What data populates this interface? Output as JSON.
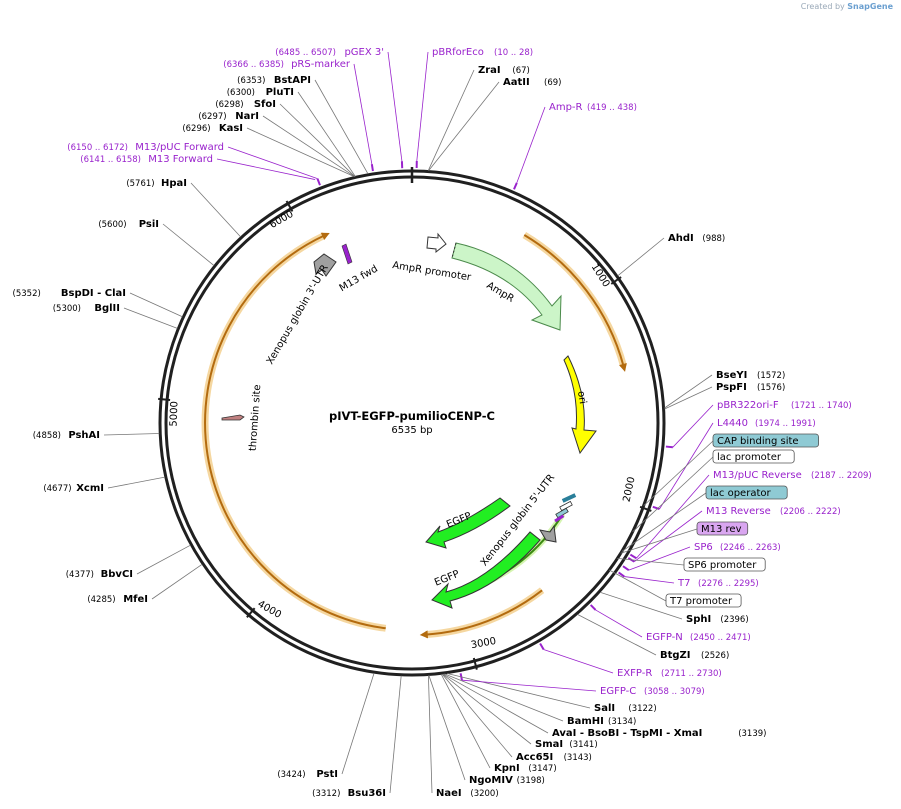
{
  "credit": {
    "prefix": "Created by",
    "brand": "SnapGene"
  },
  "plasmid": {
    "name": "pIVT-EGFP-pumilioCENP-C",
    "length_label": "6535 bp",
    "length": 6535
  },
  "ticks": [
    "1000",
    "2000",
    "3000",
    "4000",
    "5000",
    "6000"
  ],
  "sites": [
    {
      "name": "AatII",
      "pos": "(69)"
    },
    {
      "name": "ZraI",
      "pos": "(67)"
    },
    {
      "name": "AhdI",
      "pos": "(988)"
    },
    {
      "name": "BseYI",
      "pos": "(1572)"
    },
    {
      "name": "PspFI",
      "pos": "(1576)"
    },
    {
      "name": "SphI",
      "pos": "(2396)"
    },
    {
      "name": "BtgZI",
      "pos": "(2526)"
    },
    {
      "name": "SalI",
      "pos": "(3122)"
    },
    {
      "name": "BamHI",
      "pos": "(3134)"
    },
    {
      "name": "AvaI - BsoBI - TspMI - XmaI",
      "pos": "(3139)"
    },
    {
      "name": "SmaI",
      "pos": "(3141)"
    },
    {
      "name": "Acc65I",
      "pos": "(3143)"
    },
    {
      "name": "KpnI",
      "pos": "(3147)"
    },
    {
      "name": "NgoMIV",
      "pos": "(3198)"
    },
    {
      "name": "NaeI",
      "pos": "(3200)"
    },
    {
      "name": "Bsu36I",
      "pos": "(3312)"
    },
    {
      "name": "PstI",
      "pos": "(3424)"
    },
    {
      "name": "MfeI",
      "pos": "(4285)"
    },
    {
      "name": "BbvCI",
      "pos": "(4377)"
    },
    {
      "name": "XcmI",
      "pos": "(4677)"
    },
    {
      "name": "PshAI",
      "pos": "(4858)"
    },
    {
      "name": "BglII",
      "pos": "(5300)"
    },
    {
      "name": "BspDI - ClaI",
      "pos": "(5352)"
    },
    {
      "name": "PsiI",
      "pos": "(5600)"
    },
    {
      "name": "HpaI",
      "pos": "(5761)"
    },
    {
      "name": "KasI",
      "pos": "(6296)"
    },
    {
      "name": "NarI",
      "pos": "(6297)"
    },
    {
      "name": "SfoI",
      "pos": "(6298)"
    },
    {
      "name": "PluTI",
      "pos": "(6300)"
    },
    {
      "name": "BstAPI",
      "pos": "(6353)"
    }
  ],
  "primers": [
    {
      "name": "pBRforEco",
      "range": "(10 .. 28)"
    },
    {
      "name": "pGEX 3'",
      "range": "(6485 .. 6507)"
    },
    {
      "name": "pRS-marker",
      "range": "(6366 .. 6385)"
    },
    {
      "name": "M13/pUC Forward",
      "range": "(6150 .. 6172)"
    },
    {
      "name": "M13 Forward",
      "range": "(6141 .. 6158)"
    },
    {
      "name": "Amp-R",
      "range": "(419 .. 438)"
    },
    {
      "name": "pBR322ori-F",
      "range": "(1721 .. 1740)"
    },
    {
      "name": "L4440",
      "range": "(1974 .. 1991)"
    },
    {
      "name": "M13/pUC Reverse",
      "range": "(2187 .. 2209)"
    },
    {
      "name": "M13 Reverse",
      "range": "(2206 .. 2222)"
    },
    {
      "name": "SP6",
      "range": "(2246 .. 2263)"
    },
    {
      "name": "T7",
      "range": "(2276 .. 2295)"
    },
    {
      "name": "EGFP-N",
      "range": "(2450 .. 2471)"
    },
    {
      "name": "EXFP-R",
      "range": "(2711 .. 2730)"
    },
    {
      "name": "EGFP-C",
      "range": "(3058 .. 3079)"
    }
  ],
  "boxed_labels": [
    {
      "name": "CAP binding site",
      "fill": "#8fcad4"
    },
    {
      "name": "lac promoter",
      "fill": "#ffffff"
    },
    {
      "name": "lac operator",
      "fill": "#8fcad4"
    },
    {
      "name": "M13 rev",
      "fill": "#d9a6f0"
    },
    {
      "name": "SP6 promoter",
      "fill": "#ffffff"
    },
    {
      "name": "T7 promoter",
      "fill": "#ffffff"
    }
  ],
  "features": [
    {
      "name": "AmpR promoter",
      "color": "#ffffff"
    },
    {
      "name": "AmpR",
      "color": "#ccf5c8"
    },
    {
      "name": "ori",
      "color": "#ffff00"
    },
    {
      "name": "Xenopus globin 5'-UTR",
      "color": "#a0a0a0"
    },
    {
      "name": "EGFP",
      "color": "#22ee22"
    },
    {
      "name": "EGFP",
      "color": "#22ee22"
    },
    {
      "name": "thrombin site",
      "color": "#c08080"
    },
    {
      "name": "Xenopus globin 3'-UTR",
      "color": "#a0a0a0"
    },
    {
      "name": "M13 fwd",
      "color": "#9922cc"
    }
  ],
  "colors": {
    "primer": "#9922cc",
    "site": "#000000",
    "orf": "#e8a030",
    "backbone": "#202020"
  }
}
